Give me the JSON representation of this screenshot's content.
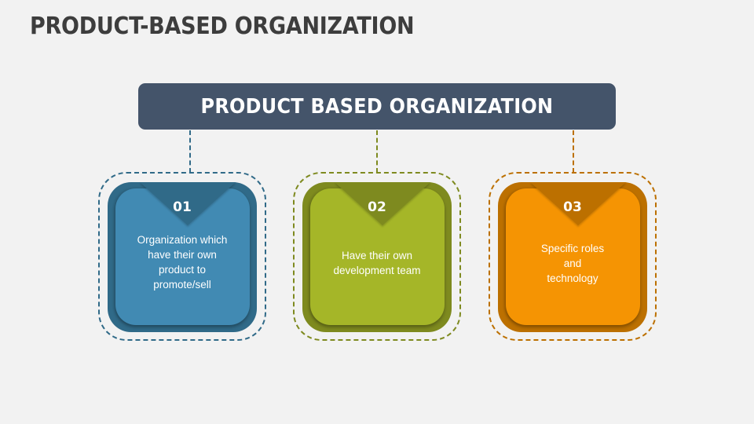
{
  "slide": {
    "title": "PRODUCT-BASED ORGANIZATION",
    "background": "#f2f2f2"
  },
  "header": {
    "label": "PRODUCT BASED ORGANIZATION",
    "color": "#44546a"
  },
  "cards": [
    {
      "number": "01",
      "text": "Organization which\nhave their own\nproduct to\npromote/sell",
      "colors": {
        "light": "#418ab3",
        "dark": "#306a88",
        "dash": "#306a88"
      }
    },
    {
      "number": "02",
      "text": "Have their own\ndevelopment team",
      "colors": {
        "light": "#a5b628",
        "dark": "#7e8a1f",
        "dash": "#7e8a1f"
      }
    },
    {
      "number": "03",
      "text": "Specific roles\nand\ntechnology",
      "colors": {
        "light": "#f59403",
        "dark": "#bc7000",
        "dash": "#bc7000"
      }
    }
  ]
}
